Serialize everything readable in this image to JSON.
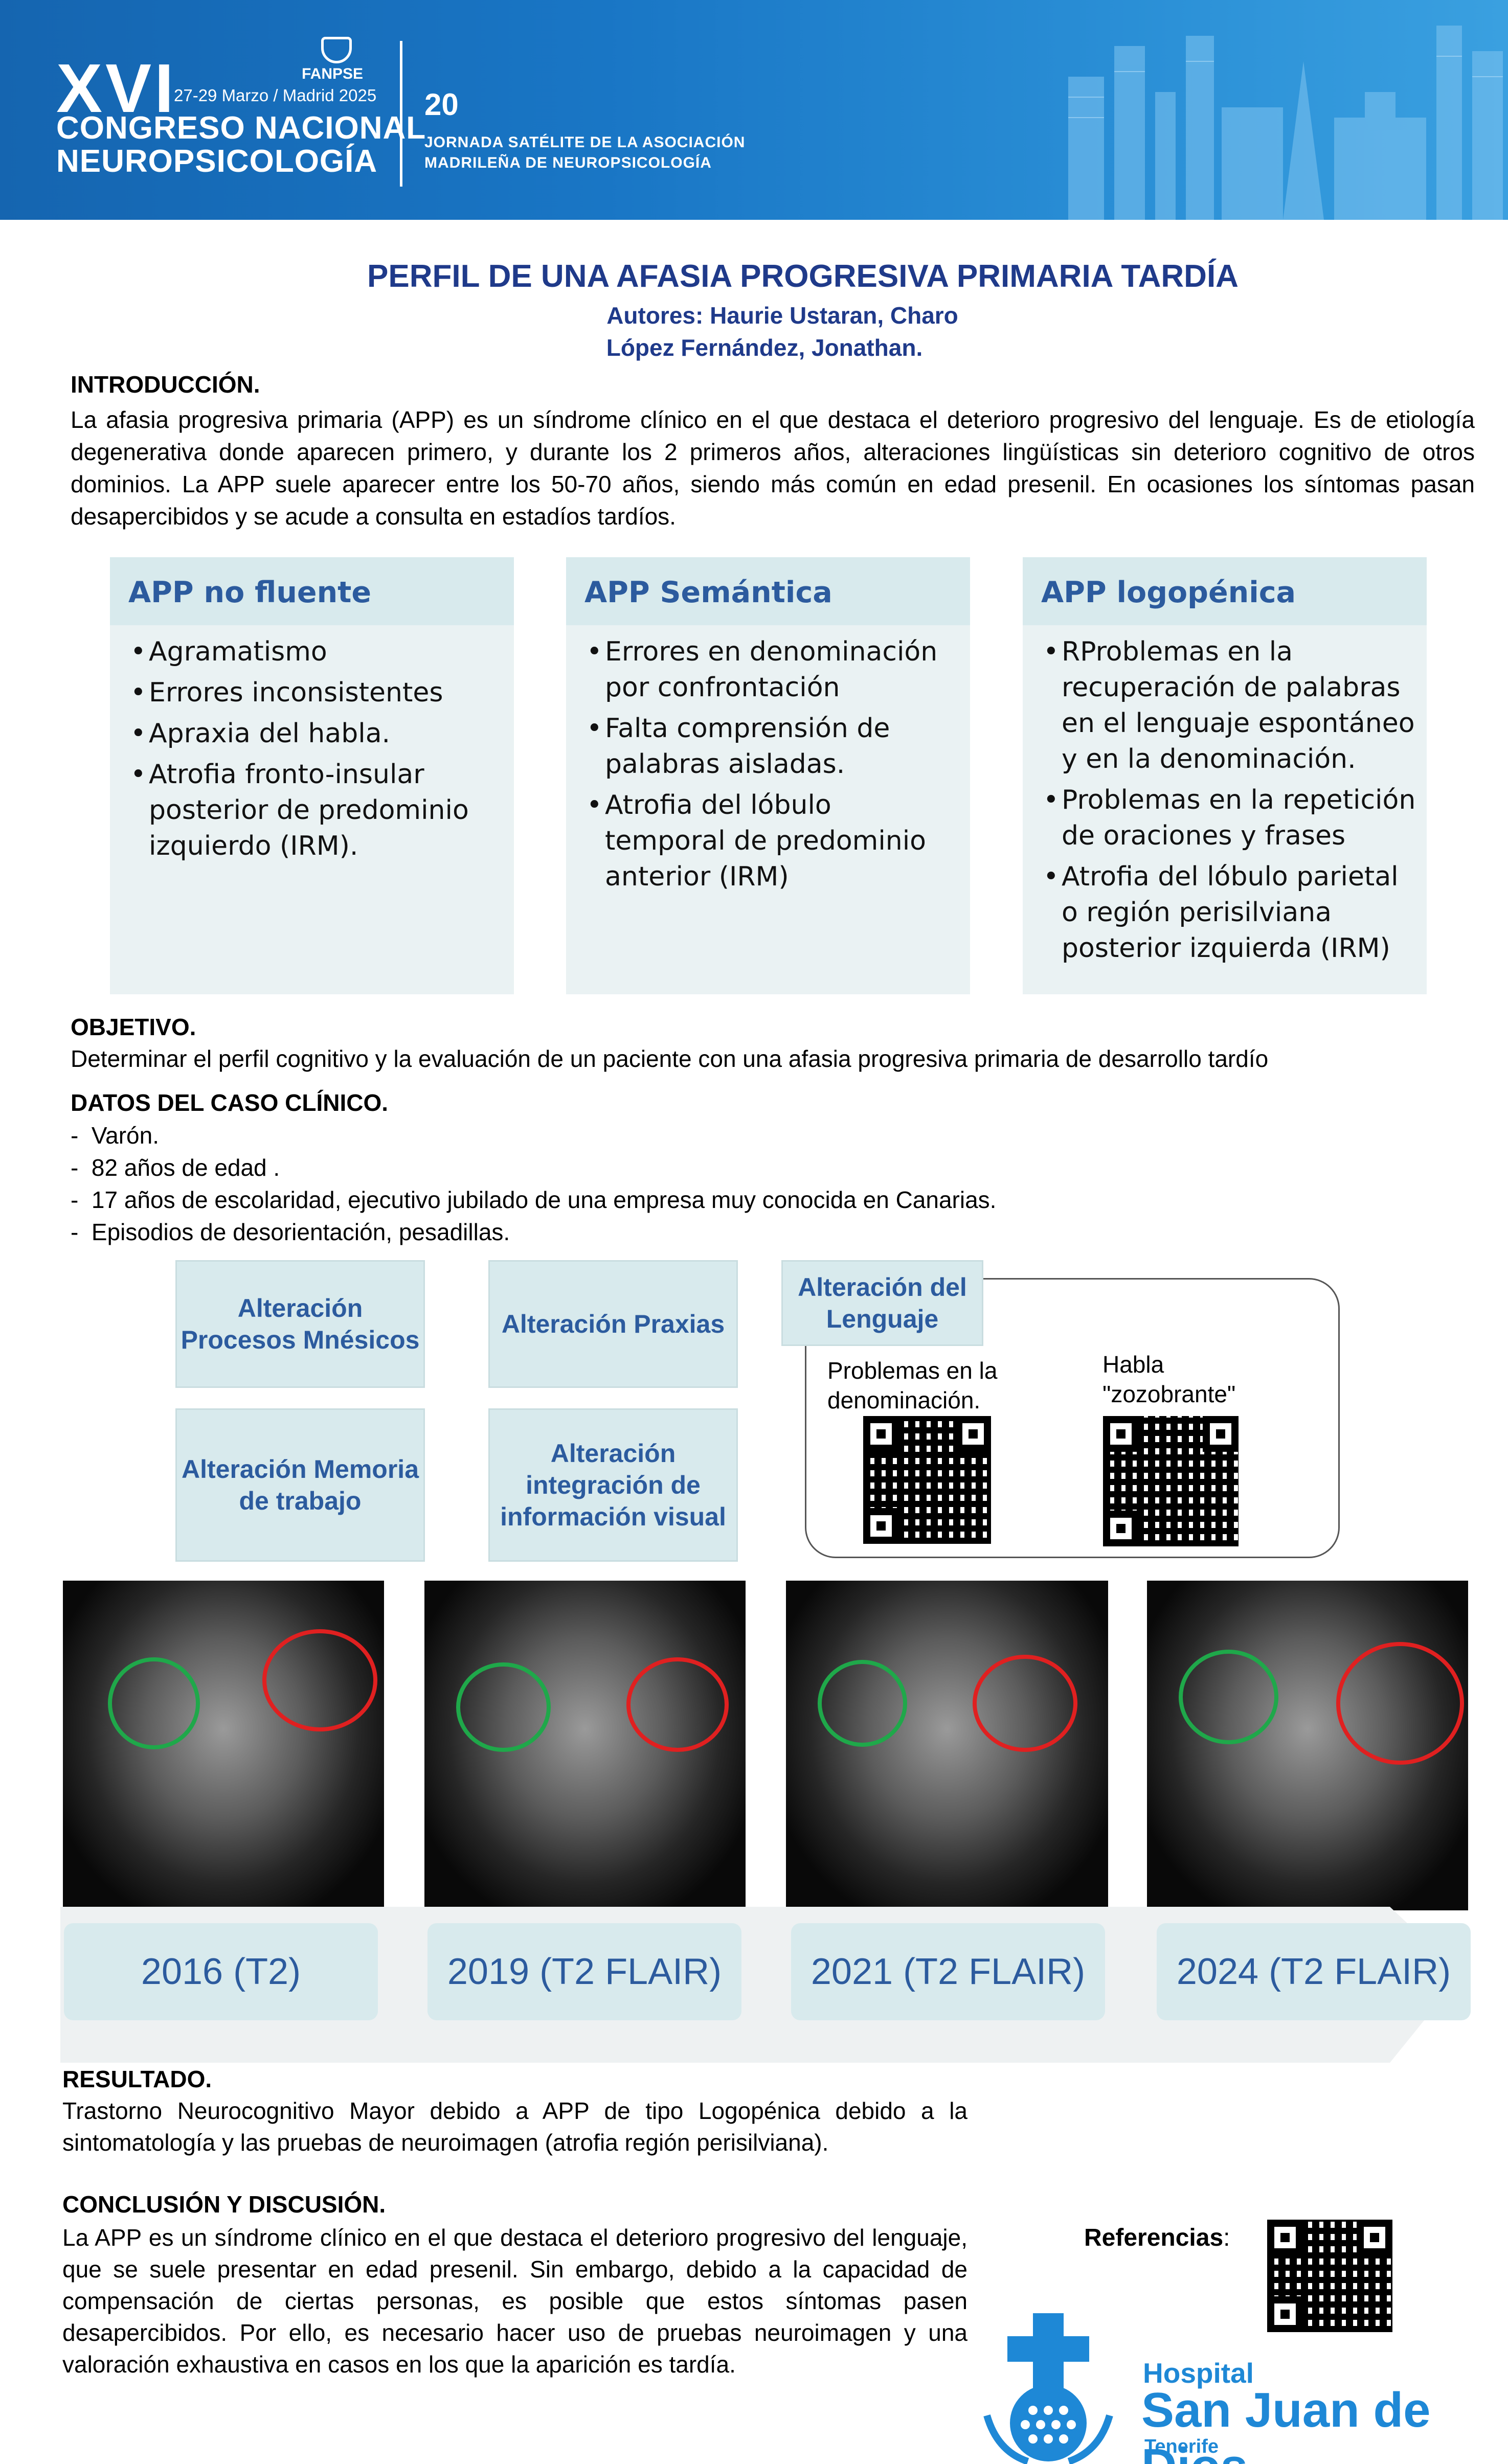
{
  "header": {
    "edition": "XVI",
    "dates": "27-29 Marzo / Madrid 2025",
    "org": "FANPSE",
    "congress_line1": "CONGRESO NACIONAL",
    "congress_line2": "NEUROPSICOLOGÍA",
    "anniversary": "20",
    "satellite_line1": "JORNADA SATÉLITE DE LA ASOCIACIÓN",
    "satellite_line2": "MADRILEÑA DE NEUROPSICOLOGÍA"
  },
  "title": "PERFIL DE UNA AFASIA PROGRESIVA PRIMARIA TARDÍA",
  "authors_line1": "Autores: Haurie Ustaran, Charo",
  "authors_line2": "López Fernández, Jonathan.",
  "intro": {
    "heading": "INTRODUCCIÓN.",
    "text": "La afasia progresiva primaria (APP) es un síndrome clínico en el que destaca el deterioro progresivo del lenguaje. Es de etiología degenerativa donde aparecen primero, y durante los 2 primeros años, alteraciones lingüísticas sin deterioro cognitivo de otros dominios. La APP suele aparecer entre los 50-70 años, siendo más común en edad presenil. En ocasiones los síntomas pasan desapercibidos y se acude a consulta en estadíos tardíos."
  },
  "columns": [
    {
      "title": "APP no fluente",
      "items": [
        "Agramatismo",
        "Errores inconsistentes",
        "Apraxia del habla.",
        "Atrofia fronto-insular posterior de predominio izquierdo (IRM)."
      ]
    },
    {
      "title": "APP Semántica",
      "items": [
        "Errores en denominación por confrontación",
        "Falta comprensión de palabras aisladas.",
        "Atrofia del lóbulo temporal de predominio anterior (IRM)"
      ]
    },
    {
      "title": "APP logopénica",
      "items": [
        "RProblemas en la recuperación de palabras en el lenguaje espontáneo y en la denominación.",
        "Problemas en la repetición de oraciones y frases",
        "Atrofia del lóbulo parietal o región perisilviana posterior izquierda (IRM)"
      ]
    }
  ],
  "objective": {
    "heading": "OBJETIVO.",
    "text": "Determinar el perfil cognitivo y la evaluación de un paciente con una afasia progresiva primaria de desarrollo tardío"
  },
  "case": {
    "heading": "DATOS DEL CASO CLÍNICO.",
    "items": [
      "Varón.",
      "82 años de edad .",
      "17 años de escolaridad, ejecutivo jubilado de una empresa muy conocida en Canarias.",
      "Episodios de desorientación, pesadillas."
    ]
  },
  "boxes": {
    "mnesic": "Alteración Procesos Mnésicos",
    "praxis": "Alteración Praxias",
    "working_memory": "Alteración Memoria de trabajo",
    "visual": "Alteración integración de información visual",
    "language": "Alteración del Lenguaje",
    "naming": "Problemas en la denominación.",
    "speech_line1": "Habla",
    "speech_line2": "\"zozobrante\""
  },
  "timeline": [
    "2016 (T2)",
    "2019 (T2 FLAIR)",
    "2021 (T2 FLAIR)",
    "2024 (T2 FLAIR)"
  ],
  "result": {
    "heading": "RESULTADO.",
    "text": "Trastorno Neurocognitivo Mayor debido a APP de tipo Logopénica debido a la sintomatología y las pruebas de neuroimagen (atrofia región perisilviana)."
  },
  "conclusion": {
    "heading": "CONCLUSIÓN Y DISCUSIÓN.",
    "text": "La APP es un síndrome clínico en el que destaca el deterioro progresivo del lenguaje, que se suele presentar en edad presenil. Sin embargo, debido a la capacidad de compensación de ciertas personas, es posible que estos síntomas pasen desapercibidos. Por ello, es necesario hacer uso de pruebas  neuroimagen y una valoración exhaustiva en casos en los que la aparición es tardía."
  },
  "references_label": "Referencias",
  "references_colon": ":",
  "logo": {
    "line1": "Hospital",
    "line2": "San Juan de Dios",
    "line3": "Tenerife"
  },
  "colors": {
    "banner": "#1976c5",
    "title": "#1f3a8a",
    "panel": "#d8eaed",
    "panel_text": "#2c5b9e",
    "circle_green": "#1fa84a",
    "circle_red": "#e02020"
  }
}
